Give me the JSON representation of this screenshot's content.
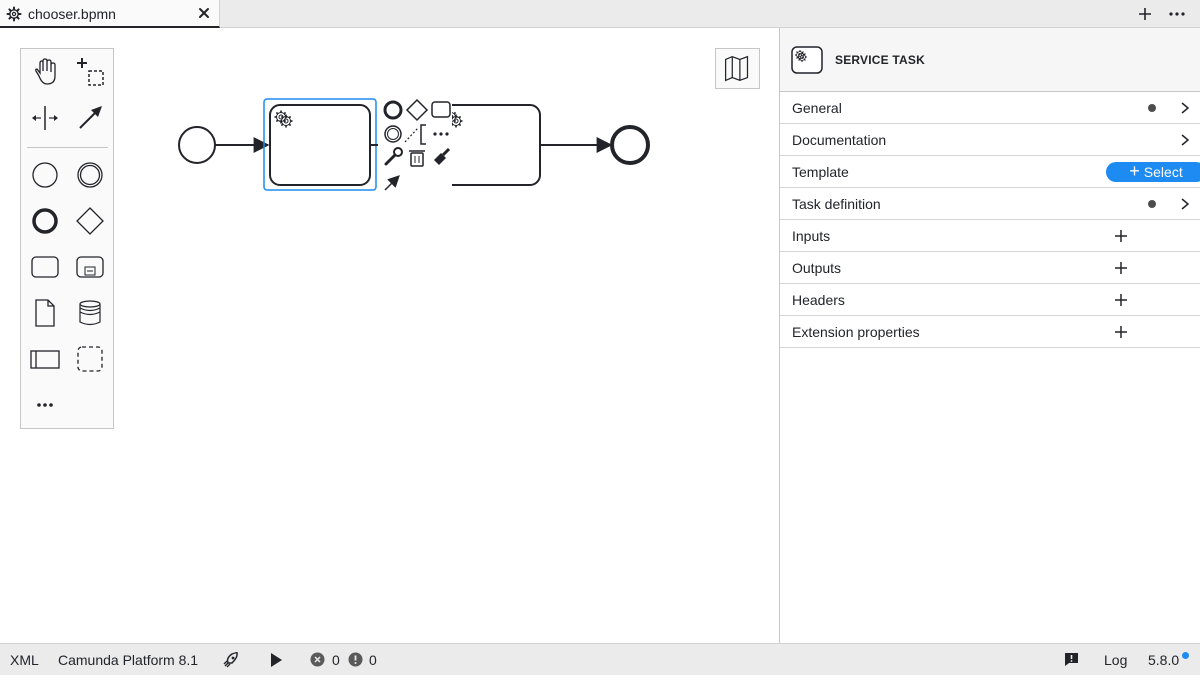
{
  "tab": {
    "title": "chooser.bpmn",
    "icon": "gear-icon"
  },
  "tabbar_actions": [
    "add-tab-icon",
    "more-options-icon"
  ],
  "palette": {
    "tools": [
      "hand-tool",
      "lasso-tool",
      "space-tool",
      "global-connect-tool",
      "start-event",
      "intermediate-event",
      "end-event",
      "gateway",
      "task",
      "subprocess",
      "data-object",
      "data-store",
      "pool",
      "group",
      "more-tools"
    ]
  },
  "properties": {
    "element_type": "SERVICE TASK",
    "groups": [
      {
        "label": "General",
        "has_dot": true,
        "action": "expand"
      },
      {
        "label": "Documentation",
        "has_dot": false,
        "action": "expand"
      },
      {
        "label": "Template",
        "has_dot": false,
        "action": "select"
      },
      {
        "label": "Task definition",
        "has_dot": true,
        "action": "expand"
      },
      {
        "label": "Inputs",
        "has_dot": false,
        "action": "add"
      },
      {
        "label": "Outputs",
        "has_dot": false,
        "action": "add"
      },
      {
        "label": "Headers",
        "has_dot": false,
        "action": "add"
      },
      {
        "label": "Extension properties",
        "has_dot": false,
        "action": "add"
      }
    ],
    "template_button": "Select"
  },
  "statusbar": {
    "xml": "XML",
    "platform": "Camunda Platform 8.1",
    "errors": "0",
    "warnings": "0",
    "log": "Log",
    "version": "5.8.0"
  },
  "colors": {
    "accent": "#1d8bf1",
    "selection": "#1d8bf1",
    "stroke": "#22242a"
  }
}
